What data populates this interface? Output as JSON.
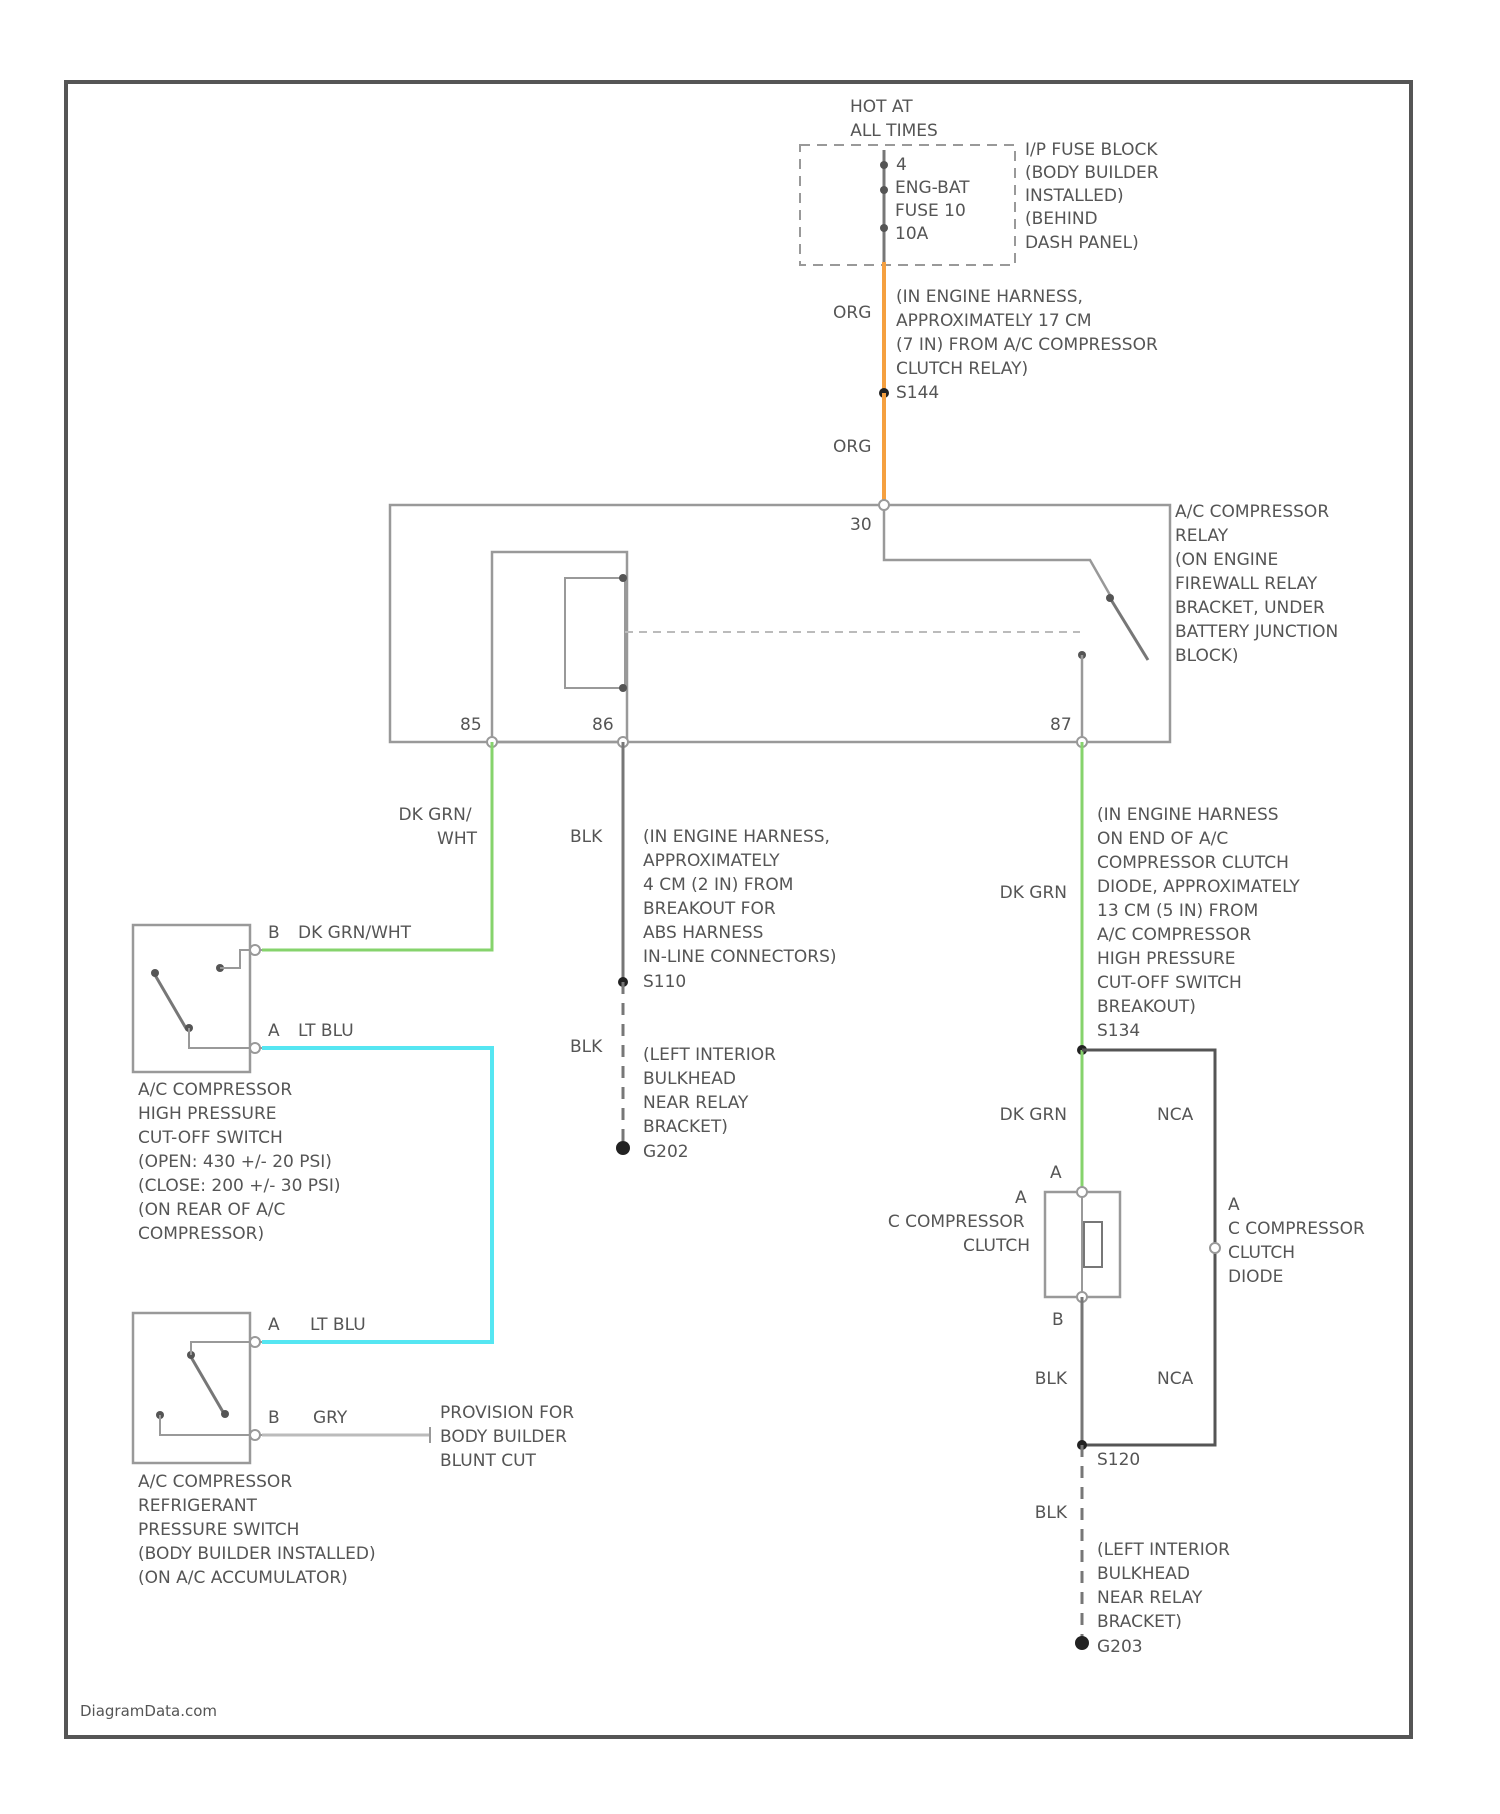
{
  "colors": {
    "frame": "#555555",
    "wire_black": "#777777",
    "wire_orange": "#f5a040",
    "wire_green": "#86d36c",
    "wire_lightblue": "#55e6f2",
    "wire_gray": "#bbbbbb",
    "dashed": "#999999"
  },
  "labels": {
    "hot_at_all_times": [
      "HOT AT",
      "ALL TIMES"
    ],
    "fuse_block": [
      "I/P FUSE BLOCK",
      "(BODY BUILDER",
      "INSTALLED)",
      "(BEHIND",
      "DASH PANEL)"
    ],
    "fuse": [
      "ENG-BAT",
      "FUSE 10",
      "10A"
    ],
    "fuse_pin_top": "4",
    "org_upper": "ORG",
    "splice_upper_note": [
      "(IN ENGINE HARNESS,",
      "APPROXIMATELY 17 CM",
      "(7 IN) FROM A/C COMPRESSOR",
      "CLUTCH RELAY)"
    ],
    "splice_upper": "S144",
    "org_lower": "ORG",
    "relay_pin_30": "30",
    "relay_pin_85": "85",
    "relay_pin_86": "86",
    "relay_pin_87": "87",
    "relay_name": [
      "A/C COMPRESSOR",
      "RELAY",
      "(ON ENGINE",
      "FIREWALL RELAY",
      "BRACKET, UNDER",
      "BATTERY JUNCTION",
      "BLOCK)"
    ],
    "dk_grn_wht": [
      "DK GRN/",
      "WHT"
    ],
    "blk_mid": "BLK",
    "splice_s110_note": [
      "(IN ENGINE HARNESS,",
      "APPROXIMATELY",
      "4 CM (2 IN) FROM",
      "BREAKOUT FOR",
      "ABS HARNESS",
      "IN-LINE CONNECTORS)"
    ],
    "splice_s110": "S110",
    "blk_mid_lower": "BLK",
    "ground_g202_note": [
      "(LEFT INTERIOR",
      "BULKHEAD",
      "NEAR RELAY",
      "BRACKET)"
    ],
    "ground_g202": "G202",
    "pin_b_hp": "B",
    "dk_grn_wht_hp": "DK GRN/WHT",
    "pin_a_hp": "A",
    "lt_blu_hp": "LT BLU",
    "hp_switch": [
      "A/C COMPRESSOR",
      "HIGH PRESSURE",
      "CUT-OFF SWITCH",
      "(OPEN: 430 +/- 20 PSI)",
      "(CLOSE: 200 +/- 30 PSI)",
      "(ON REAR OF A/C",
      "COMPRESSOR)"
    ],
    "pin_a_rp": "A",
    "lt_blu_rp": "LT BLU",
    "pin_b_rp": "B",
    "gry_rp": "GRY",
    "provision": [
      "PROVISION FOR",
      "BODY BUILDER",
      "BLUNT CUT"
    ],
    "rp_switch": [
      "A/C COMPRESSOR",
      "REFRIGERANT",
      "PRESSURE SWITCH",
      "(BODY BUILDER INSTALLED)",
      "(ON A/C ACCUMULATOR)"
    ],
    "dk_grn_right": "DK GRN",
    "splice_s134_note": [
      "(IN ENGINE HARNESS",
      "ON END OF A/C",
      "COMPRESSOR CLUTCH",
      "DIODE, APPROXIMATELY",
      "13 CM (5 IN) FROM",
      "A/C COMPRESSOR",
      "HIGH PRESSURE",
      "CUT-OFF SWITCH",
      "BREAKOUT)"
    ],
    "splice_s134": "S134",
    "dk_grn_right_lower": "DK GRN",
    "nca_upper": "NCA",
    "pin_a_clutch_top": "A",
    "pin_a_clutch_side": "A",
    "clutch": [
      "C COMPRESSOR",
      "CLUTCH"
    ],
    "pin_a_diode": "A",
    "diode": [
      "C COMPRESSOR",
      "CLUTCH",
      "DIODE"
    ],
    "pin_b_clutch": "B",
    "blk_right": "BLK",
    "nca_lower": "NCA",
    "splice_s120": "S120",
    "blk_right_lower": "BLK",
    "ground_g203_note": [
      "(LEFT INTERIOR",
      "BULKHEAD",
      "NEAR RELAY",
      "BRACKET)"
    ],
    "ground_g203": "G203",
    "watermark": "DiagramData.com"
  }
}
